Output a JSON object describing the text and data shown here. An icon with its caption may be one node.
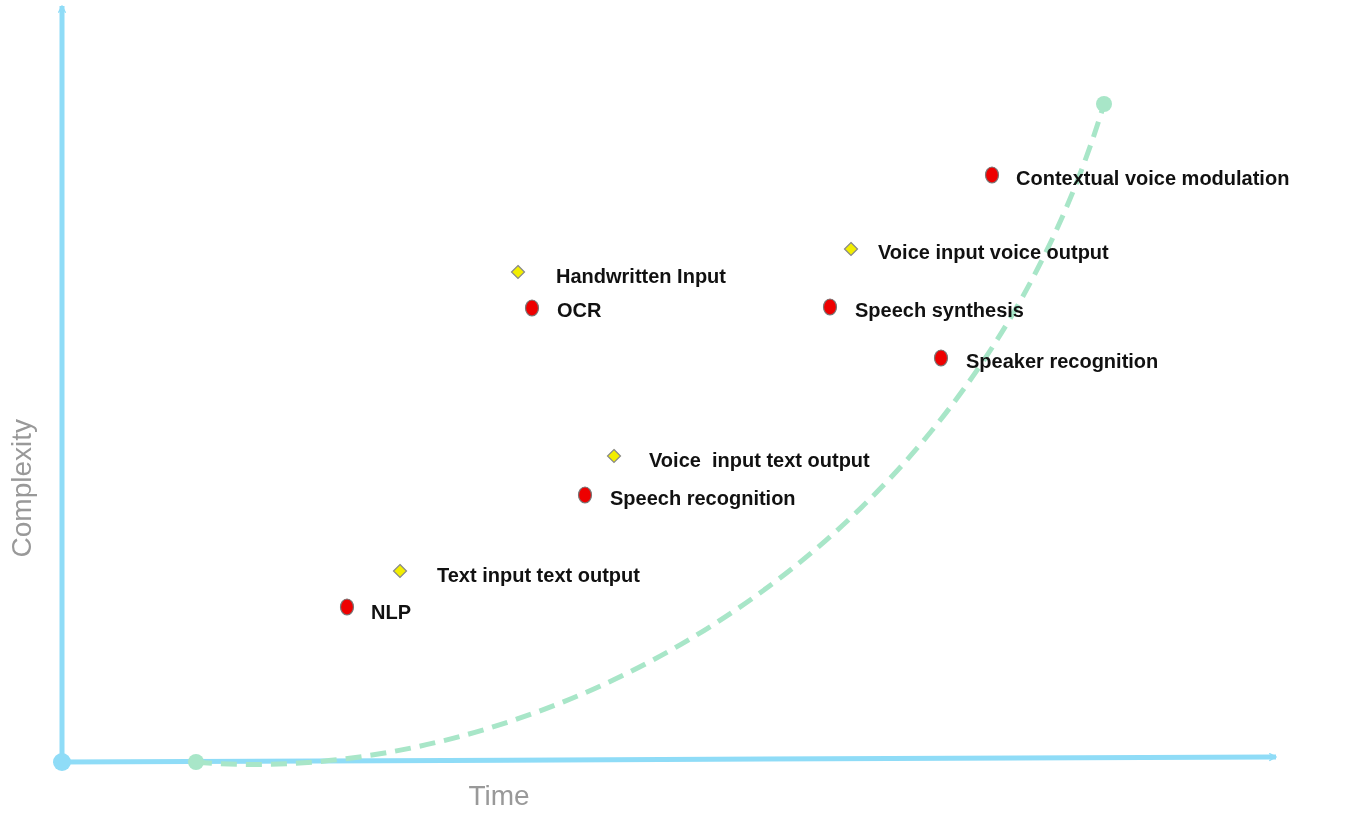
{
  "diagram": {
    "labels": [
      "Contextual voice modulation",
      "Voice input voice output",
      "Handwritten Input",
      "OCR",
      "Speech synthesis",
      "Speaker recognition",
      "Voice  input text output",
      "Speech recognition",
      "Text input text output",
      "NLP",
      "Complexity",
      "Time"
    ]
  }
}
